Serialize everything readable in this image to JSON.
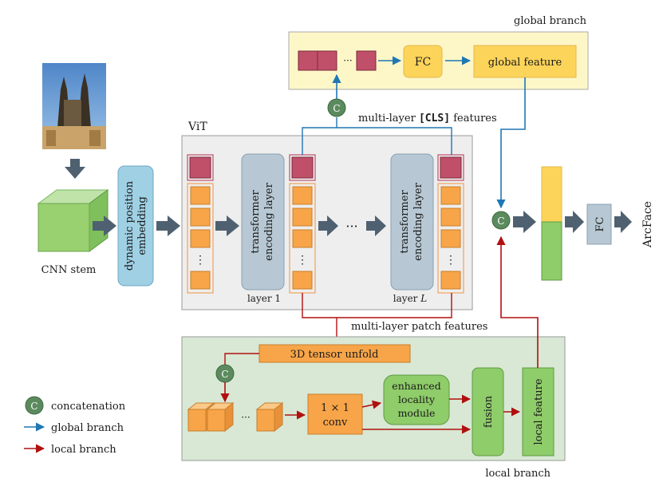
{
  "labels": {
    "global_branch_title": "global branch",
    "local_branch_title": "local branch",
    "vit_title": "ViT",
    "cnn_stem": "CNN stem",
    "dynamic_pos_line1": "dynamic position",
    "dynamic_pos_line2": "embedding",
    "transformer_line1": "transformer",
    "transformer_line2": "encoding layer",
    "layer1": "layer 1",
    "layerL_prefix": "layer ",
    "layerL_var": "L",
    "ellipsis": "···",
    "vdots": "⋮",
    "fc": "FC",
    "global_feature": "global feature",
    "cls_prefix": "multi-layer ",
    "cls_code": "[CLS]",
    "cls_suffix": " features",
    "patch_features": "multi-layer patch features",
    "tensor_unfold": "3D tensor unfold",
    "conv_line1": "1 × 1",
    "conv_line2": "conv",
    "enhanced_line1": "enhanced",
    "enhanced_line2": "locality",
    "enhanced_line3": "module",
    "fusion": "fusion",
    "local_feature": "local feature",
    "fc_final": "FC",
    "arcface": "ArcFace",
    "concat_symbol": "C"
  },
  "legend": {
    "concatenation": "concatenation",
    "global_branch": "global branch",
    "local_branch": "local branch"
  },
  "colors": {
    "global_arrow": "#1f77b4",
    "local_arrow": "#b01010",
    "cls_token": "#c0506a",
    "patch_token": "#f7a548",
    "concat_node": "#5b8a5e",
    "global_panel": "#fdf7c8",
    "local_panel": "#d8e8d4",
    "vit_panel": "#eeeeee"
  }
}
